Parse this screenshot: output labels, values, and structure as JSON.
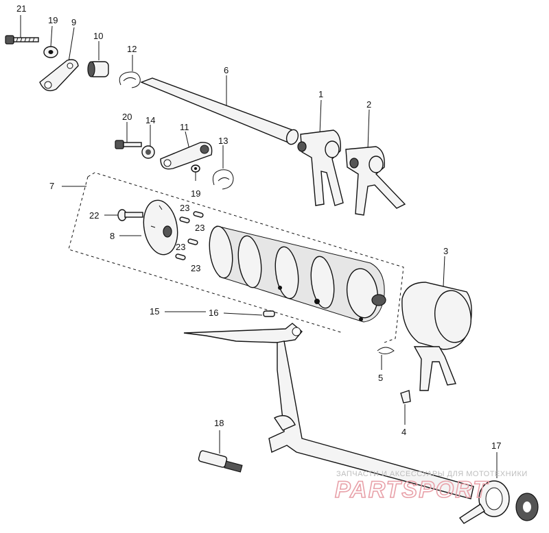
{
  "callouts": [
    "21",
    "19",
    "9",
    "10",
    "12",
    "6",
    "20",
    "14",
    "11",
    "13",
    "19",
    "1",
    "2",
    "7",
    "22",
    "8",
    "23",
    "23",
    "23",
    "23",
    "3",
    "15",
    "16",
    "5",
    "4",
    "18",
    "17"
  ],
  "watermark": {
    "caption": "ЗАПЧАСТИ И АКСЕССУАРЫ ДЛЯ МОТОТЕХНИКИ",
    "logo": "PARTSPORT"
  }
}
